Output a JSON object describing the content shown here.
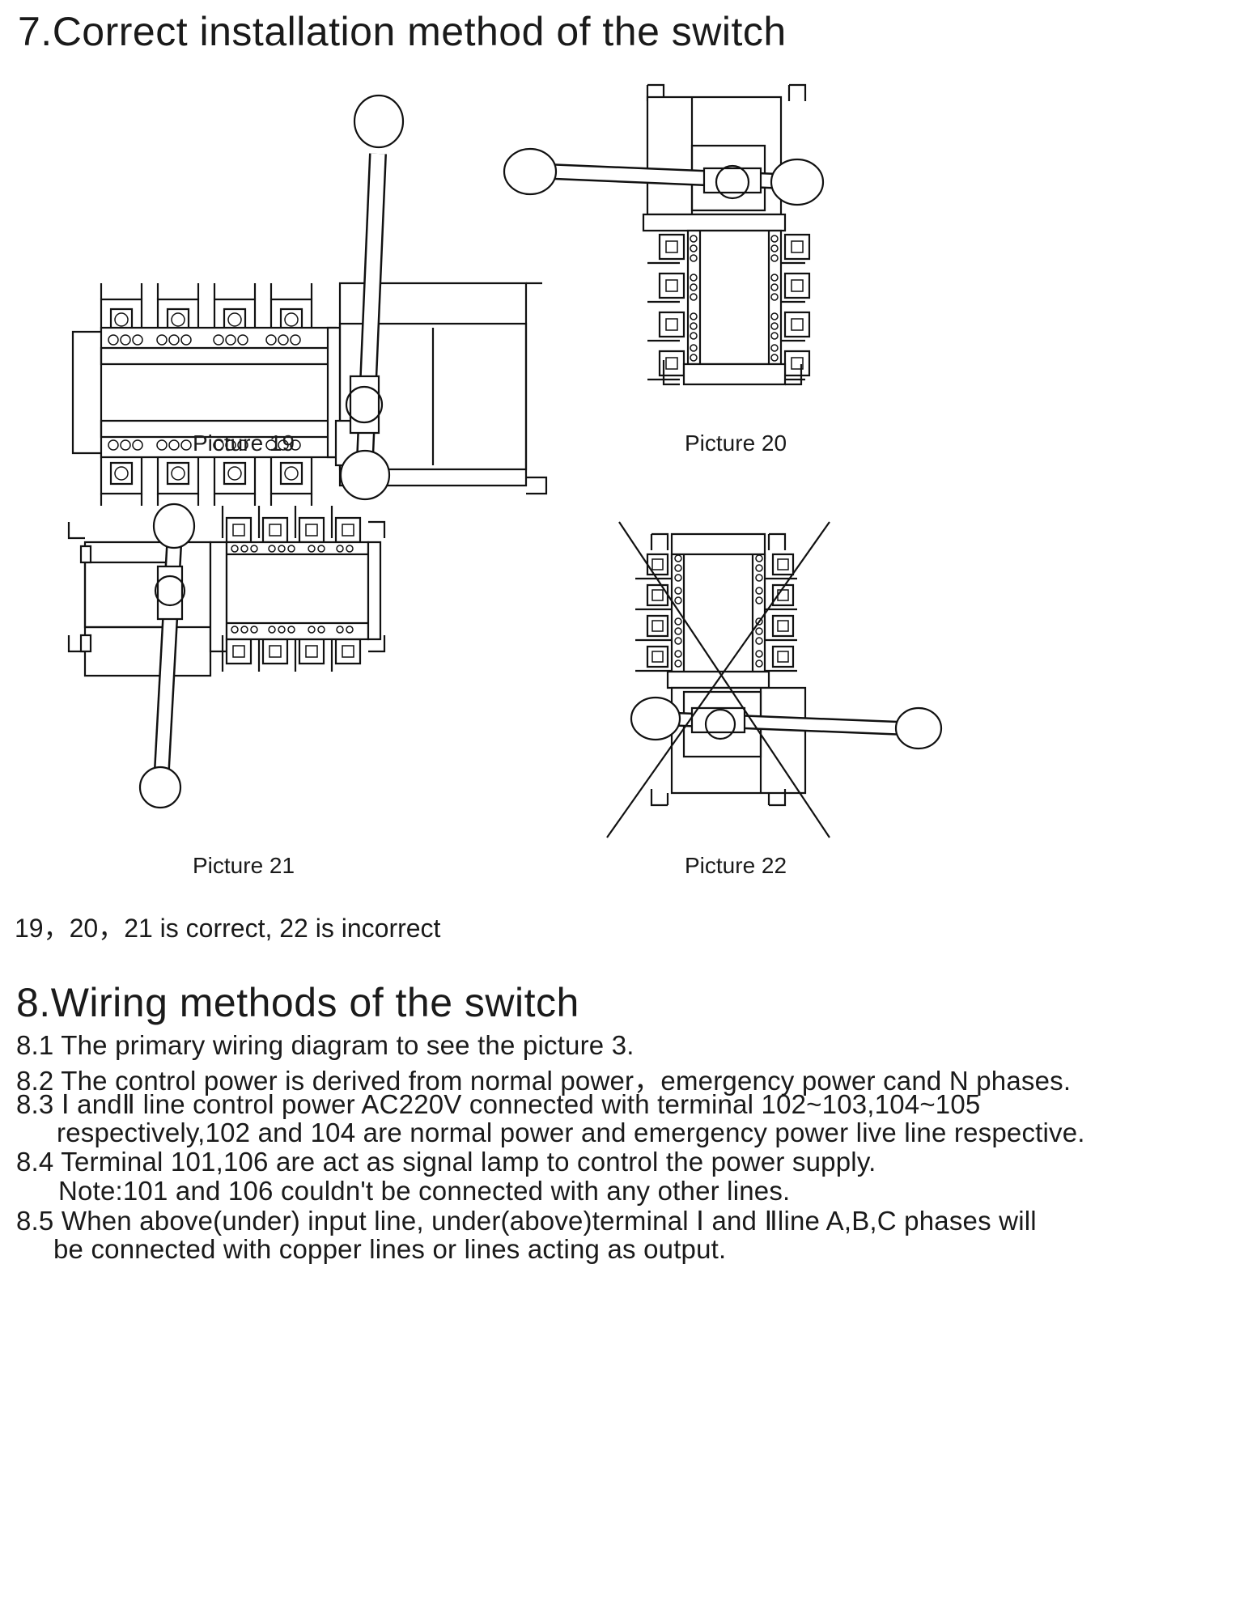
{
  "section7": {
    "title": "7.Correct installation method of the switch",
    "captions": [
      "Picture 19",
      "Picture 20",
      "Picture 21",
      "Picture 22"
    ],
    "conclusion": "19，20，21 is correct, 22 is incorrect"
  },
  "section8": {
    "title": "8.Wiring methods of the switch",
    "lines": [
      "8.1 The primary wiring diagram to see the picture 3.",
      "8.2 The control power is derived from normal power，emergency power cand N phases.",
      "8.3 Ⅰ andⅡ line control power AC220V connected with terminal 102~103,104~105",
      "respectively,102 and 104 are normal power and emergency power live line respective.",
      "8.4 Terminal 101,106 are act as signal lamp to control the power supply.",
      "Note:101 and 106 couldn't be connected with any other lines.",
      "8.5 When above(under) input line, under(above)terminal Ⅰ and Ⅱline A,B,C phases will",
      "be connected with copper lines or lines acting as output."
    ]
  }
}
